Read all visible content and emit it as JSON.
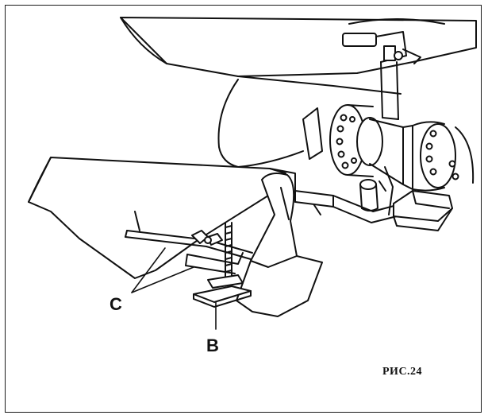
{
  "figure": {
    "label": "РИС.24"
  },
  "callouts": {
    "c": "C",
    "b": "B"
  },
  "colors": {
    "ink": "#111111",
    "paper": "#ffffff"
  }
}
